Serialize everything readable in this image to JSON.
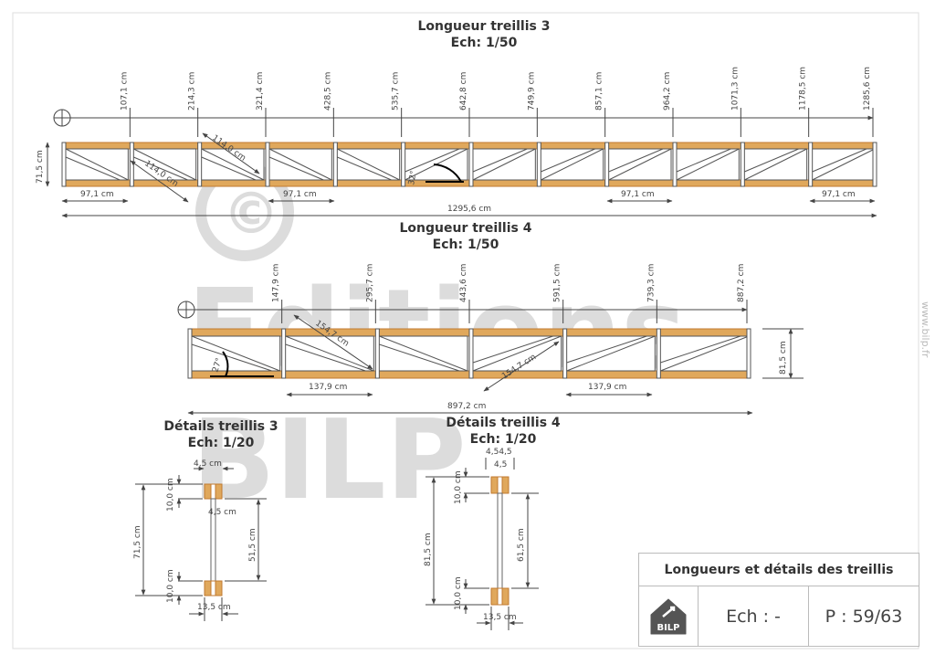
{
  "titles": {
    "t3_name": "Longueur treillis 3",
    "t3_scale": "Ech: 1/50",
    "t4_name": "Longueur treillis 4",
    "t4_scale": "Ech: 1/50",
    "d3_name": "Détails treillis 3",
    "d3_scale": "Ech: 1/20",
    "d4_name": "Détails treillis 4",
    "d4_scale": "Ech: 1/20"
  },
  "truss3": {
    "cumulative": [
      "107,1 cm",
      "214,3 cm",
      "321,4 cm",
      "428,5 cm",
      "535,7 cm",
      "642,8 cm",
      "749,9 cm",
      "857,1 cm",
      "964,2 cm",
      "1071,3 cm",
      "1178,5 cm",
      "1285,6 cm"
    ],
    "height": "71,5 cm",
    "diag_a": "114,0 cm",
    "diag_b": "114,0 cm",
    "angle": "32°",
    "bay_1": "97,1 cm",
    "bay_4": "97,1 cm",
    "bay_9": "97,1 cm",
    "bay_12": "97,1 cm",
    "total": "1295,6 cm"
  },
  "truss4": {
    "cumulative": [
      "147,9 cm",
      "295,7 cm",
      "443,6 cm",
      "591,5 cm",
      "739,3 cm",
      "887,2 cm"
    ],
    "height": "81,5 cm",
    "diag_a": "154,7 cm",
    "diag_b": "154,7 cm",
    "angle": "27°",
    "bay_2": "137,9 cm",
    "bay_5": "137,9 cm",
    "total": "897,2 cm"
  },
  "detail3": {
    "width": "4,5 cm",
    "inner_width": "4,5 cm",
    "flange_top": "10,0 cm",
    "flange_bottom": "10,0 cm",
    "total_h": "71,5 cm",
    "web_h": "51,5 cm",
    "base": "13,5 cm"
  },
  "detail4": {
    "width_a": "4,54,5",
    "width_b": "4,5",
    "flange_top": "10,0 cm",
    "flange_bottom": "10,0 cm",
    "total_h": "81,5 cm",
    "web_h": "61,5 cm",
    "base": "13,5 cm"
  },
  "cartouche": {
    "title": "Longueurs et détails des treillis",
    "scale": "Ech : -",
    "page": "P : 59/63",
    "logo_text": "BILP"
  },
  "watermark": {
    "line1": "Editions",
    "line2": "BILP",
    "site": "www.bilp.fr",
    "copyright": "©"
  },
  "colors": {
    "wood": "#e0a85c",
    "wood_edge": "#c07a30",
    "line": "#444444",
    "watermark": "#d9d9d9"
  }
}
